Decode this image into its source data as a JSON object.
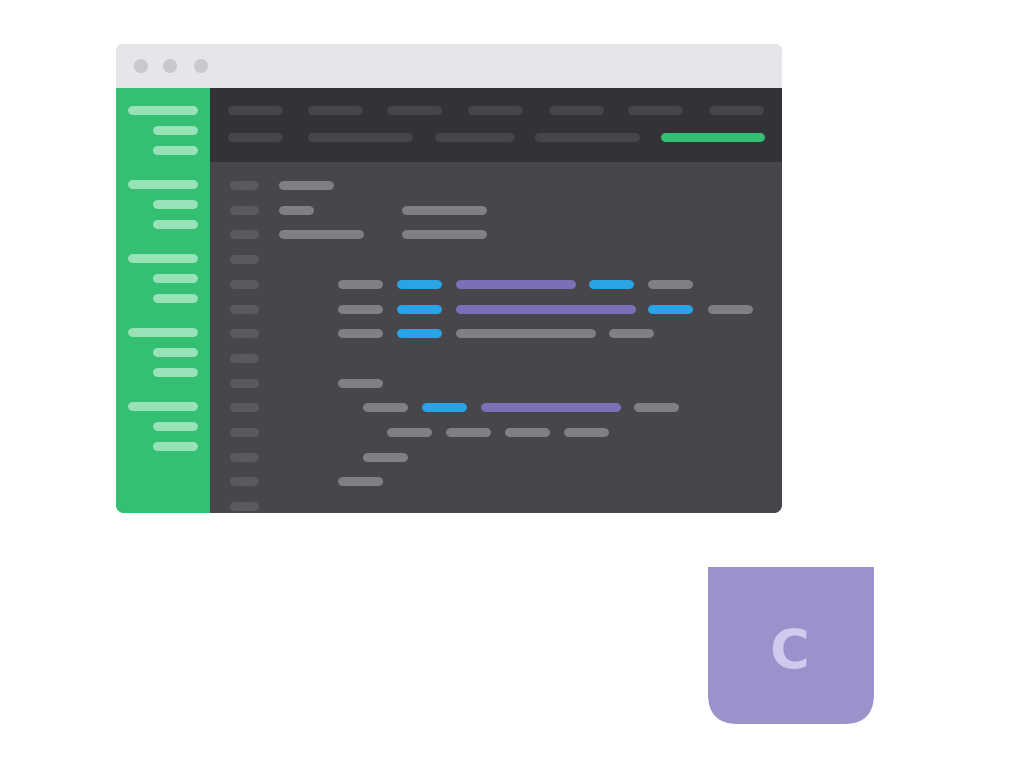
{
  "window": {
    "controls": [
      "close",
      "minimize",
      "maximize"
    ],
    "colors": {
      "titlebar": "#e6e5ea",
      "sidebar": "#35bf72",
      "toolbar": "#333236",
      "editor": "#47464b"
    }
  },
  "sidebar": {
    "groups": 5,
    "items_per_group": 3
  },
  "toolbar": {
    "rows": 2,
    "active_item_color": "#35bf72"
  },
  "editor": {
    "line_count": 14,
    "token_colors": {
      "neutral": "#807f85",
      "keyword": "#2aa4e6",
      "string": "#7b6fb8"
    }
  },
  "mug": {
    "letter": "C",
    "color": "#9a93cb",
    "handle_color": "#6f67a8",
    "letter_color": "#cfcaee"
  }
}
